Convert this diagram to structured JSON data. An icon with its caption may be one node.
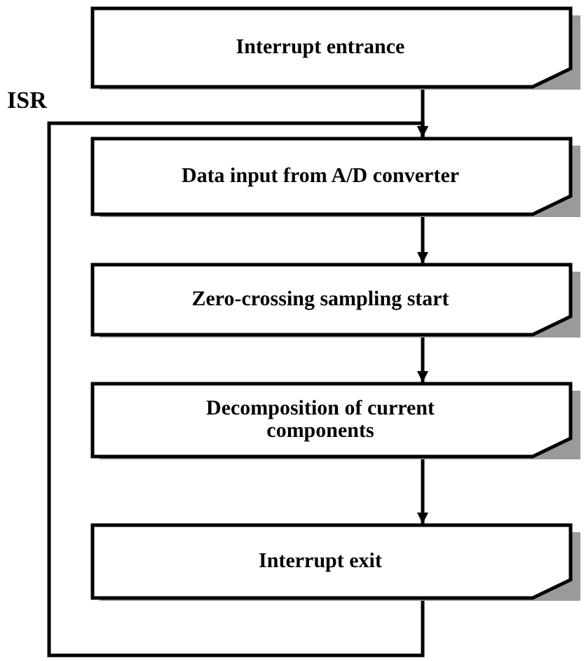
{
  "diagram": {
    "nodes": [
      {
        "text": [
          "Interrupt entrance"
        ]
      },
      {
        "text": [
          "Data input from A/D converter"
        ]
      },
      {
        "text": [
          "Zero-crossing sampling start"
        ]
      },
      {
        "text": [
          "Decomposition of current components"
        ]
      },
      {
        "text": [
          "Interrupt exit"
        ]
      }
    ],
    "edges": [
      {
        "from": 0,
        "to": 1,
        "arrow": "to"
      },
      {
        "from": 1,
        "to": 2,
        "arrow": "to"
      },
      {
        "from": 2,
        "to": 3,
        "arrow": "to"
      },
      {
        "from": 3,
        "to": 4,
        "arrow": "to"
      },
      {
        "from": 4,
        "to": 1,
        "arrow": "to"
      }
    ],
    "labels": [
      "ISR"
    ]
  }
}
